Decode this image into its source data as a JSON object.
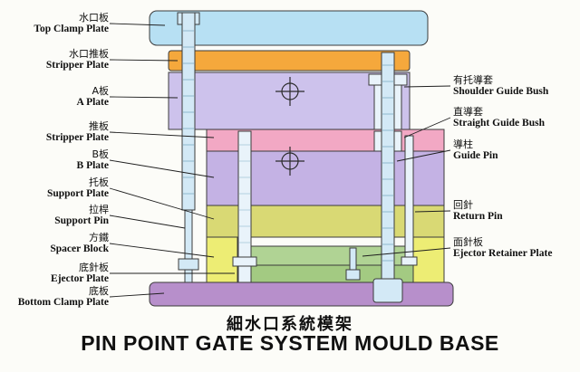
{
  "title": {
    "zh": "細水口系統模架",
    "en": "PIN POINT GATE SYSTEM MOULD BASE"
  },
  "labels_left": [
    {
      "zh": "水口板",
      "en": "Top Clamp Plate"
    },
    {
      "zh": "水口推板",
      "en": "Stripper Plate"
    },
    {
      "zh": "A板",
      "en": "A Plate"
    },
    {
      "zh": "推板",
      "en": "Stripper Plate"
    },
    {
      "zh": "B板",
      "en": "B Plate"
    },
    {
      "zh": "托板",
      "en": "Support Plate"
    },
    {
      "zh": "拉桿",
      "en": "Support Pin"
    },
    {
      "zh": "方鐵",
      "en": "Spacer Block"
    },
    {
      "zh": "底針板",
      "en": "Ejector Plate"
    },
    {
      "zh": "底板",
      "en": "Bottom Clamp Plate"
    }
  ],
  "labels_right": [
    {
      "zh": "有托導套",
      "en": "Shoulder Guide Bush"
    },
    {
      "zh": "直導套",
      "en": "Straight Guide Bush"
    },
    {
      "zh": "導柱",
      "en": "Guide Pin"
    },
    {
      "zh": "回針",
      "en": "Return Pin"
    },
    {
      "zh": "面針板",
      "en": "Ejector Retainer Plate"
    }
  ],
  "colors": {
    "top_clamp_plate": "#b7e0f3",
    "gate_stripper_plate": "#f5a83c",
    "a_plate": "#cdc2ec",
    "stripper_plate": "#f2a8c4",
    "b_plate": "#c4b2e4",
    "support_plate": "#d9d974",
    "spacer_block": "#eded74",
    "ejector_retainer_plate": "#b0d394",
    "ejector_plate": "#a3ca82",
    "bottom_clamp_plate": "#b78fcb",
    "pin_fill": "#d3e9f6",
    "bush_fill": "#e9f3fa"
  }
}
